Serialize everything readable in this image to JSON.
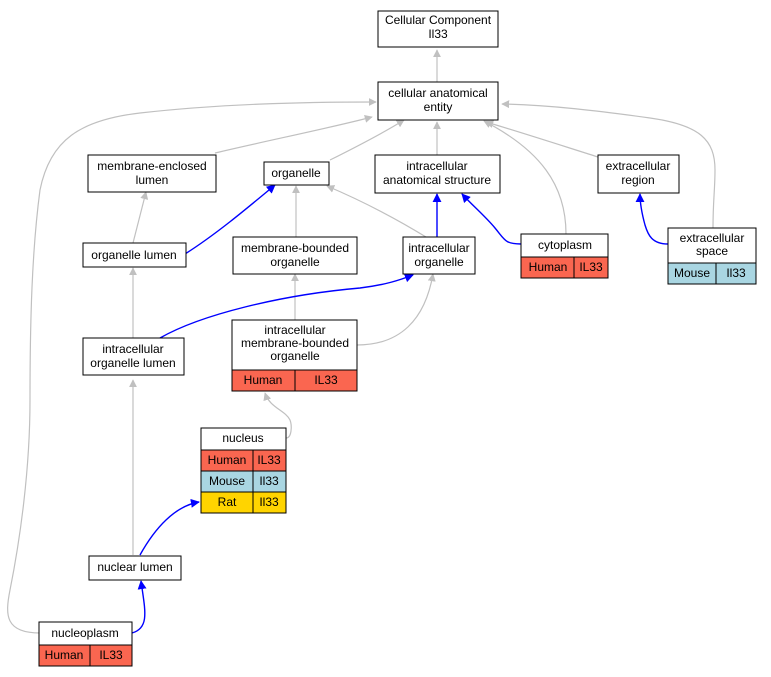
{
  "colors": {
    "human": "#fa6650",
    "mouse": "#a9d6e2",
    "rat": "#ffd400",
    "edge_is_a": "#c0c0c0",
    "edge_part_of": "#0000ff"
  },
  "nodes": {
    "root": {
      "lines": [
        "Cellular Component",
        "Il33"
      ]
    },
    "cae": {
      "lines": [
        "cellular anatomical",
        "entity"
      ]
    },
    "mel": {
      "lines": [
        "membrane-enclosed",
        "lumen"
      ]
    },
    "org": {
      "lines": [
        "organelle"
      ]
    },
    "ias": {
      "lines": [
        "intracellular",
        "anatomical structure"
      ]
    },
    "exr": {
      "lines": [
        "extracellular",
        "region"
      ]
    },
    "orl": {
      "lines": [
        "organelle lumen"
      ]
    },
    "mbo": {
      "lines": [
        "membrane-bounded",
        "organelle"
      ]
    },
    "io": {
      "lines": [
        "intracellular",
        "organelle"
      ]
    },
    "cyto": {
      "lines": [
        "cytoplasm"
      ],
      "rows": [
        [
          "Human",
          "IL33"
        ]
      ]
    },
    "exs": {
      "lines": [
        "extracellular",
        "space"
      ],
      "rows": [
        [
          "Mouse",
          "Il33"
        ]
      ]
    },
    "iol": {
      "lines": [
        "intracellular",
        "organelle lumen"
      ]
    },
    "imbo": {
      "lines": [
        "intracellular",
        "membrane-bounded",
        "organelle"
      ],
      "rows": [
        [
          "Human",
          "IL33"
        ]
      ]
    },
    "nuc": {
      "lines": [
        "nucleus"
      ],
      "rows": [
        [
          "Human",
          "IL33"
        ],
        [
          "Mouse",
          "Il33"
        ],
        [
          "Rat",
          "Il33"
        ]
      ]
    },
    "nl": {
      "lines": [
        "nuclear lumen"
      ]
    },
    "np": {
      "lines": [
        "nucleoplasm"
      ],
      "rows": [
        [
          "Human",
          "IL33"
        ]
      ]
    }
  }
}
